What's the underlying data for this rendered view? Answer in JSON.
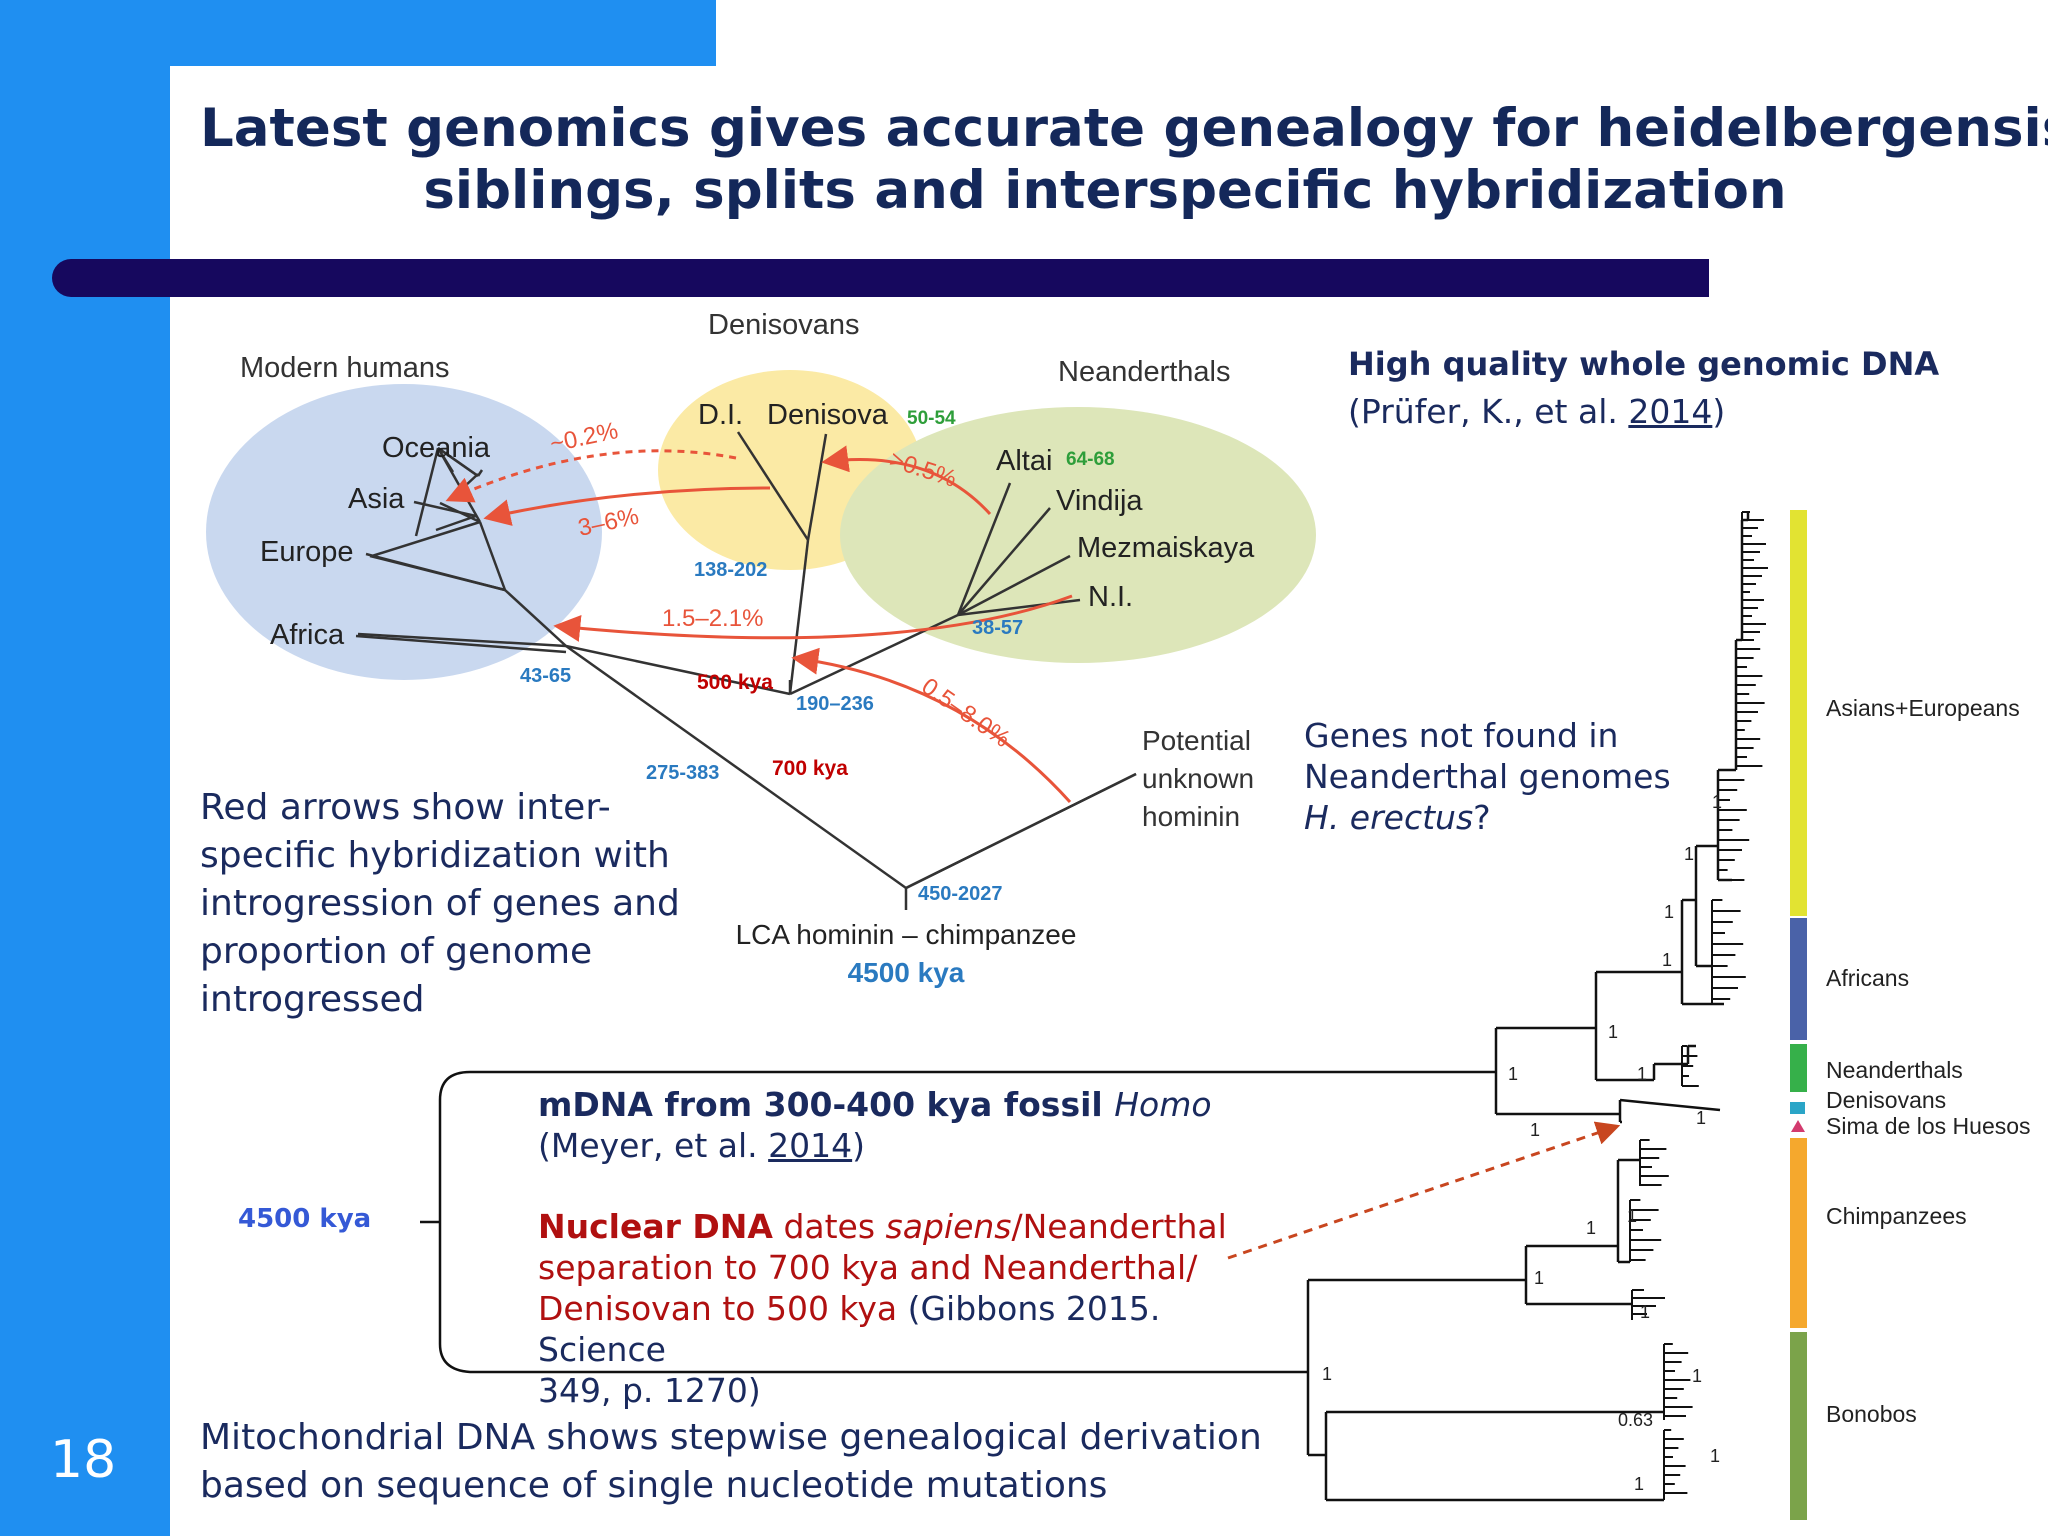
{
  "slide": {
    "number": "18",
    "title_line1": "Latest genomics gives accurate genealogy for heidelbergensis",
    "title_line2": "siblings, splits and interspecific hybridization"
  },
  "colors": {
    "slide_blue": "#1f8ff1",
    "title_navy": "#14285a",
    "divider_navy": "#16085e",
    "arrow_red": "#e8543a",
    "age_blue": "#2a7ac0",
    "age_green": "#2e9e3a",
    "age_red": "#c00000"
  },
  "top_tree": {
    "groups": {
      "modern_humans": "Modern humans",
      "denisovans": "Denisovans",
      "neanderthals": "Neanderthals"
    },
    "leaves": {
      "oceania": "Oceania",
      "asia": "Asia",
      "europe": "Europe",
      "africa": "Africa",
      "di": "D.I.",
      "denisova": "Denisova",
      "altai": "Altai",
      "vindija": "Vindija",
      "mezmaiskaya": "Mezmaiskaya",
      "ni": "N.I."
    },
    "ages": {
      "denisova": "50-54",
      "altai": "64-68",
      "denisovan_split": "138-202",
      "neanderthal_split": "38-57",
      "modern_split": "43-65",
      "den_nea_split": "190–236",
      "archaic_modern_split": "275-383",
      "hominin_root": "450-2027",
      "kya500": "500 kya",
      "kya700": "700 kya"
    },
    "gene_flow": {
      "den_to_oceania_low": "~0.2%",
      "den_to_oceania": "3–6%",
      "nea_to_den": ">0.5%",
      "nea_to_nonafrican": "1.5–2.1%",
      "unknown_to_den": "0.5–8.0%"
    },
    "potential_unknown": [
      "Potential",
      "unknown",
      "hominin"
    ],
    "lca_label": "LCA hominin – chimpanzee",
    "lca_age": "4500 kya"
  },
  "notes": {
    "genomic_title": "High quality whole genomic DNA",
    "genomic_cite_prefix": "(Prüfer, K., et al. ",
    "genomic_cite_year": "2014",
    "genomic_cite_suffix": ")",
    "genes_not_found": [
      "Genes not found in",
      "Neanderthal genomes"
    ],
    "h_erectus": "H. erectus",
    "h_erectus_q": "?",
    "red_arrows": [
      "Red arrows show inter-",
      "specific hybridization with",
      "introgression of genes and",
      "proportion of genome",
      "introgressed"
    ],
    "mdna_title": "mDNA from 300-400 kya fossil ",
    "mdna_homo": "Homo",
    "mdna_cite_prefix": "(Meyer, et al. ",
    "mdna_cite_year": "2014",
    "mdna_cite_suffix": ")",
    "nuclear_bold": "Nuclear DNA",
    "nuclear_dates": " dates ",
    "nuclear_sapiens": "sapiens",
    "nuclear_line1_rest": "/Neanderthal",
    "nuclear_line2": "separation to 700  kya and Neanderthal/",
    "nuclear_line3": "Denisovan to 500 kya",
    "nuclear_cite_a": " (Gibbons 2015. Science",
    "nuclear_cite_b": "349, p. 1270)",
    "mito_line1": "Mitochondrial DNA shows stepwise genealogical derivation",
    "mito_line2": "based on sequence of single nucleotide mutations",
    "root_age": "4500 kya"
  },
  "mito_tree": {
    "clades": {
      "asians_europeans": "Asians+Europeans",
      "africans": "Africans",
      "neanderthals": "Neanderthals",
      "denisovans": "Denisovans",
      "sima": "Sima de los Huesos",
      "chimpanzees": "Chimpanzees",
      "bonobos": "Bonobos"
    },
    "clade_colors": {
      "asians_europeans": "#e2e332",
      "africans": "#4a62a8",
      "neanderthals": "#36b04a",
      "denisovans": "#2aa5c7",
      "sima": "#d33a6e",
      "chimpanzees": "#f5a82d",
      "bonobos": "#7ba34a"
    },
    "support": {
      "one": "1",
      "bonobo_node": "0.63"
    }
  }
}
